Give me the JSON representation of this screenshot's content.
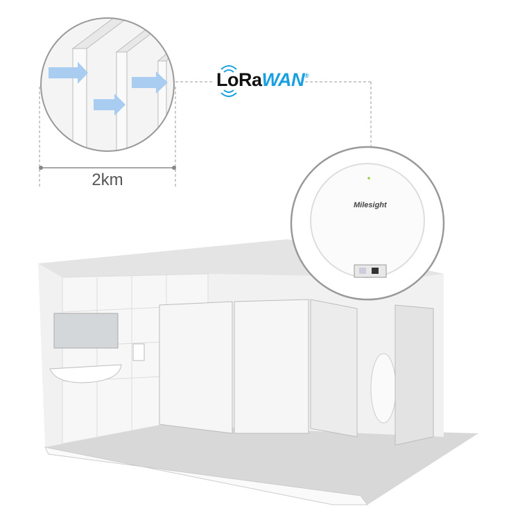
{
  "dimension": {
    "label": "2km"
  },
  "logo": {
    "name_part1": "LoRa",
    "name_part2": "WAN",
    "registered": "®",
    "color_dark": "#111111",
    "color_blue": "#1aa0e0"
  },
  "device": {
    "brand": "Milesight",
    "led_color": "#8fd43a"
  },
  "icons": [
    "wall-penetration-illustration",
    "lorawan-signal-icon",
    "gateway-device",
    "restroom-scene"
  ]
}
